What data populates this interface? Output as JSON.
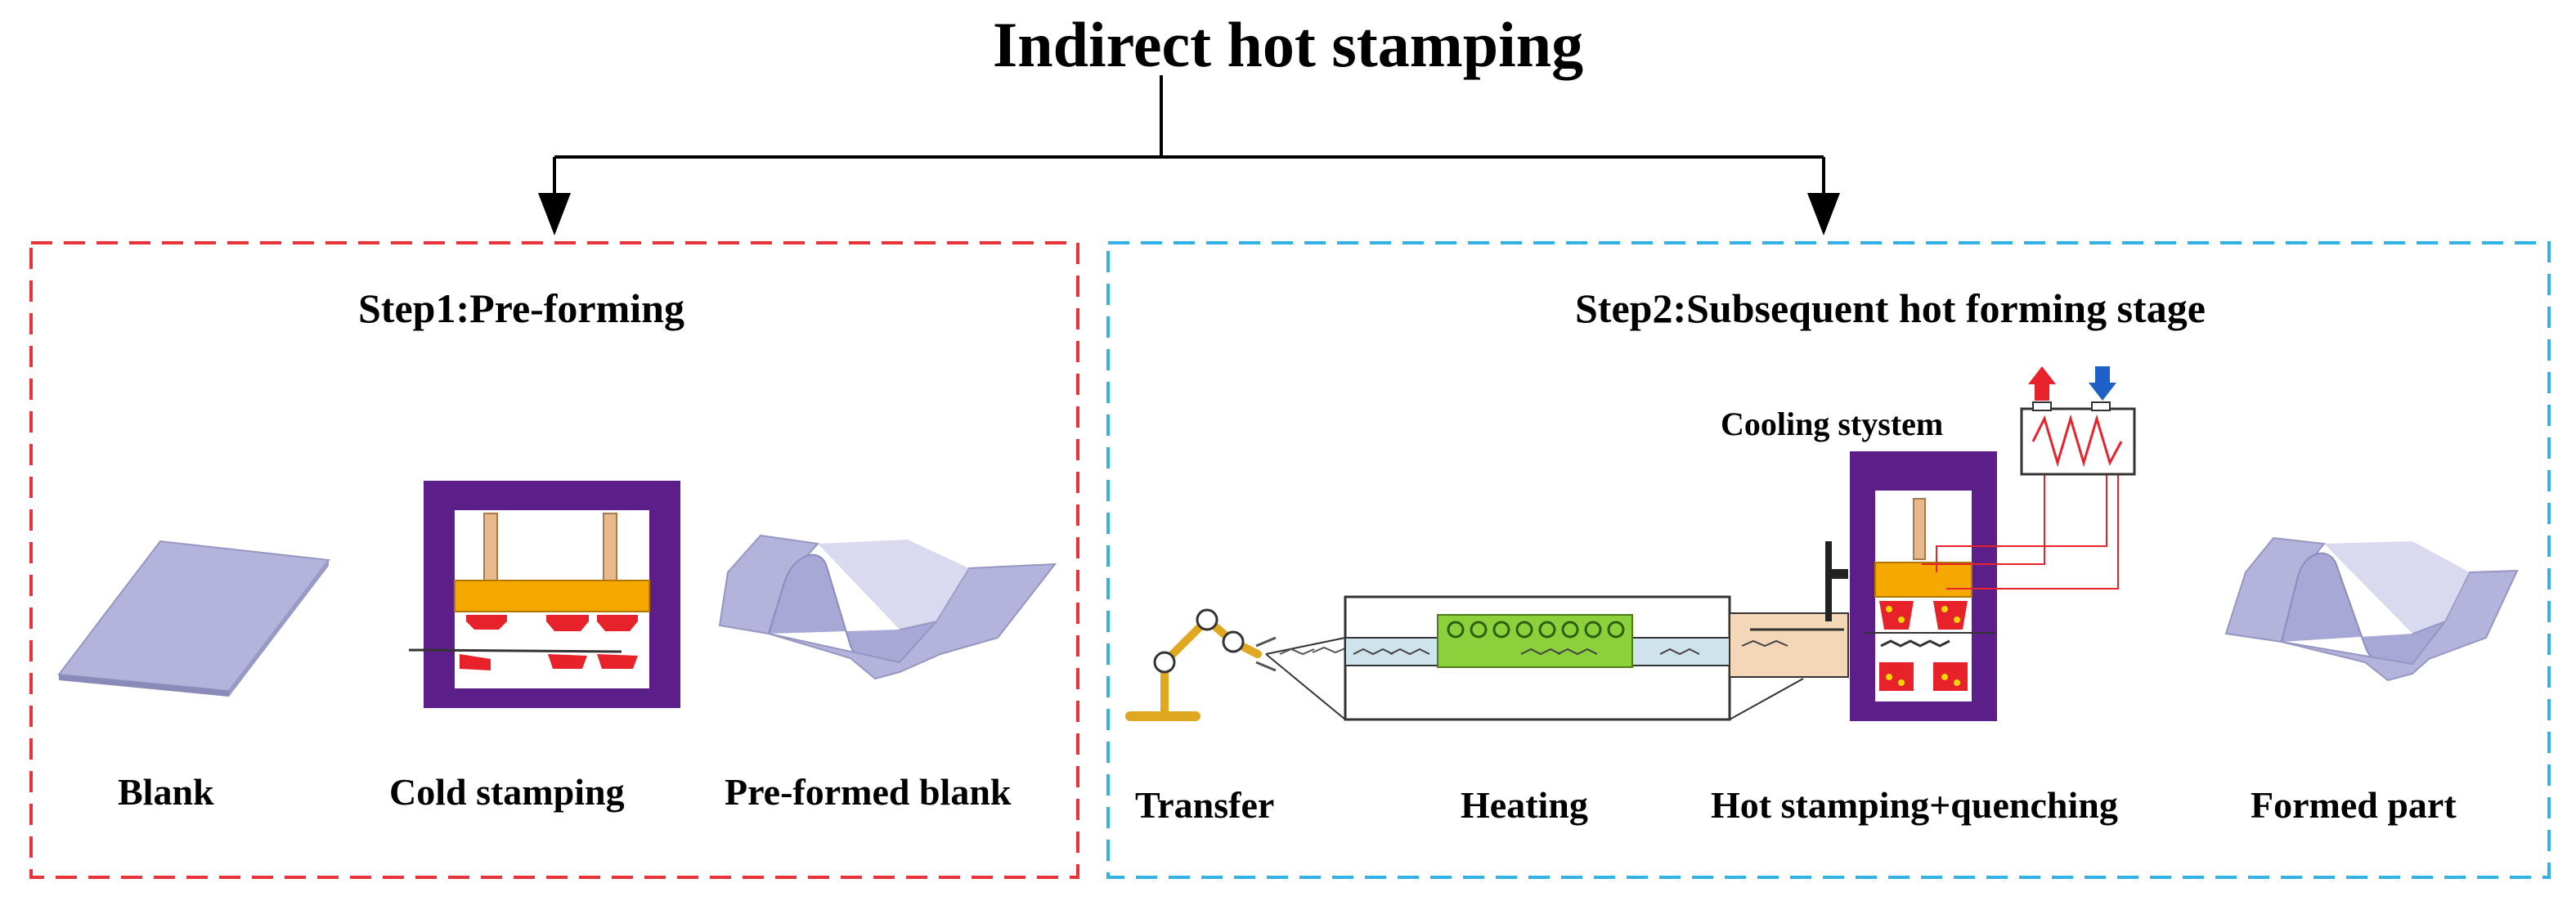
{
  "title": "Indirect hot stamping",
  "step1": {
    "heading": "Step1:Pre-forming",
    "labels": {
      "blank": "Blank",
      "cold_stamping": "Cold stamping",
      "pre_formed_blank": "Pre-formed blank"
    }
  },
  "step2": {
    "heading": "Step2:Subsequent hot forming stage",
    "labels": {
      "cooling_system": "Cooling stystem",
      "transfer": "Transfer",
      "heating": "Heating",
      "hot_stamping": "Hot stamping+quenching",
      "formed_part": "Formed part"
    }
  },
  "colors": {
    "step1_border": "#e8333a",
    "step2_border": "#33b2e6",
    "press_frame": "#5c1f8a",
    "punch_plate": "#f5a800",
    "die_red": "#e8222a",
    "sheet": "#b3b3dc",
    "furnace_green": "#8bd13c",
    "robot": "#e0a820",
    "hot_arrow": "#e8222a",
    "cold_arrow": "#1f5fc8"
  },
  "icons": [
    "arrow-down-icon",
    "robot-arm-icon",
    "press-icon",
    "heater-coil-icon",
    "hot-outlet-arrow-icon",
    "cold-inlet-arrow-icon"
  ]
}
